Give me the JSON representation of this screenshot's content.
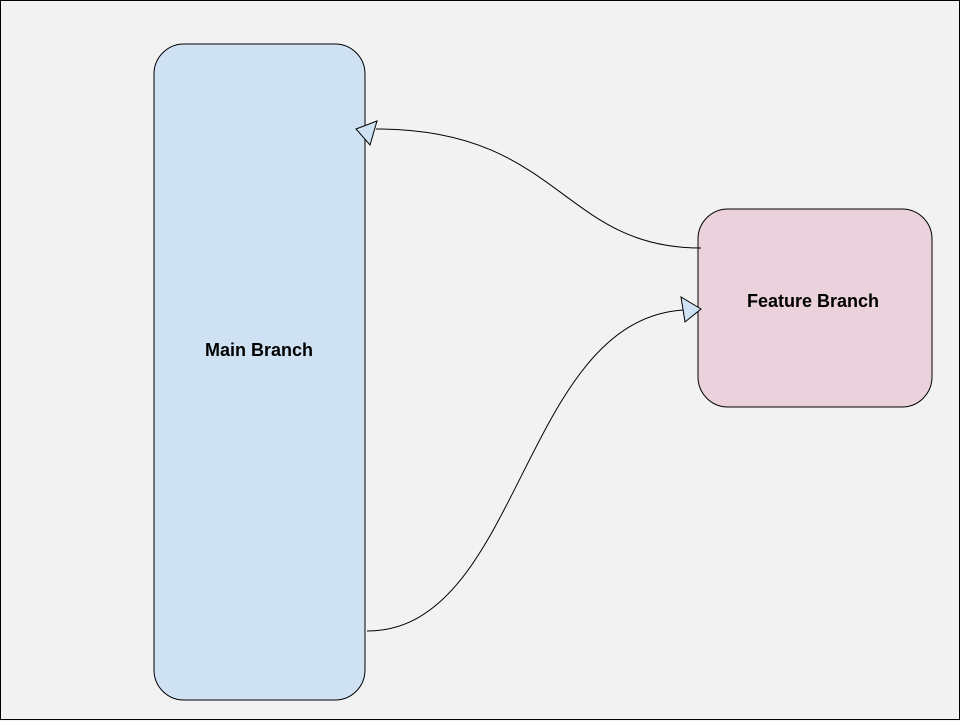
{
  "diagram": {
    "nodes": {
      "main": {
        "label": "Main Branch",
        "fill": "#cfe2f3"
      },
      "feature": {
        "label": "Feature Branch",
        "fill": "#ead1dc"
      }
    },
    "edges": [
      {
        "from": "feature",
        "to": "main",
        "arrow": "open-triangle"
      },
      {
        "from": "main",
        "to": "feature",
        "arrow": "open-triangle"
      }
    ],
    "colors": {
      "background": "#f3f2f2",
      "stroke": "#000000",
      "arrowhead_fill": "#cfe2f3"
    }
  }
}
